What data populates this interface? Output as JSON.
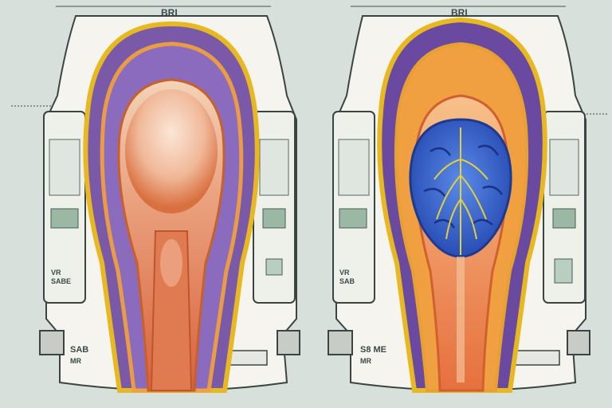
{
  "left_panel": {
    "top_label": "BRI",
    "side_label_1": "VR",
    "side_label_2": "SABE",
    "bottom_label_1": "SAB",
    "bottom_label_2": "MR"
  },
  "right_panel": {
    "top_label": "BRI",
    "side_label_1": "VR",
    "side_label_2": "SAB",
    "bottom_label_1": "S8 ME",
    "bottom_label_2": "MR"
  },
  "colors": {
    "background": "#d8e0dc",
    "outer_purple": "#7a5aa8",
    "orange_layer": "#f0a040",
    "gold_outline": "#e8b820",
    "inner_flesh": "#e07a50",
    "brain_blue": "#3a6ad0",
    "nerve_yellow": "#e0d040"
  }
}
